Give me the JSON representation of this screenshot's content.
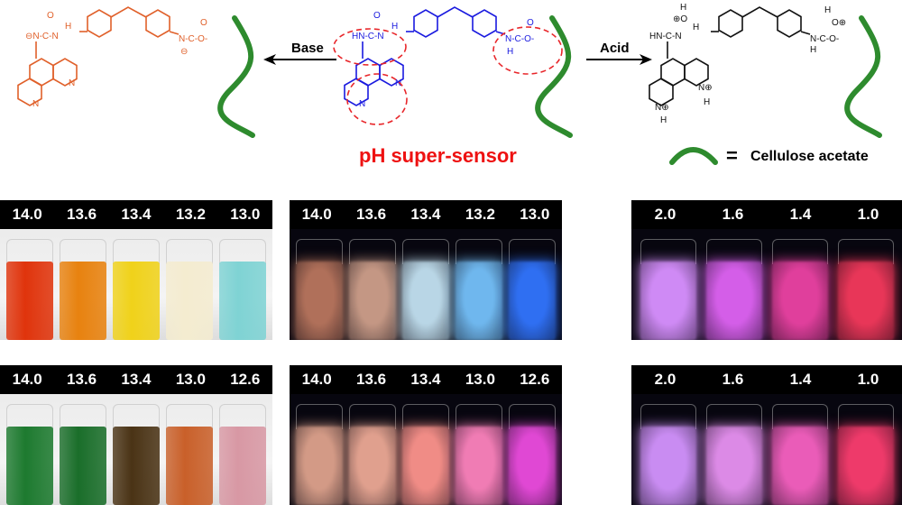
{
  "scheme": {
    "base_label": "Base",
    "acid_label": "Acid",
    "title": "pH super-sensor",
    "legend_equals": "=",
    "legend_label": "Cellulose acetate",
    "base_groups": [
      "⊖N-C-N",
      "H",
      "O",
      "N-C-O-",
      "⊖",
      "O",
      "N",
      "N"
    ],
    "neutral_groups": [
      "HN-C-N",
      "H",
      "O",
      "N-C-O-",
      "H",
      "O",
      "N",
      "N"
    ],
    "acid_groups": [
      "HN-C-N",
      "H",
      "⊕O",
      "H",
      "N-C-O-",
      "H",
      "H",
      "O⊕",
      "N⊕",
      "H",
      "N⊕",
      "H"
    ],
    "colors": {
      "base": "#e0602a",
      "neutral": "#1a1adf",
      "acid": "#111111",
      "ring": "#e8262a",
      "strand": "#2e8b2e",
      "title": "#ee1111"
    }
  },
  "panels": [
    {
      "name": "base-daylight-row1",
      "mode": "day",
      "labels": [
        "14.0",
        "13.6",
        "13.4",
        "13.2",
        "13.0"
      ],
      "colors": [
        "#e0340c",
        "#e8820f",
        "#f0d21a",
        "#f4ecd0",
        "#7fd3d4"
      ]
    },
    {
      "name": "base-uv-row1",
      "mode": "uv",
      "labels": [
        "14.0",
        "13.6",
        "13.4",
        "13.2",
        "13.0"
      ],
      "colors": [
        "#b0705a",
        "#c49784",
        "#b9d6e6",
        "#6fb7ee",
        "#2f6ff2"
      ]
    },
    {
      "name": "acid-uv-row1",
      "mode": "uv",
      "labels": [
        "2.0",
        "1.6",
        "1.4",
        "1.0"
      ],
      "colors": [
        "#cf8af5",
        "#d45ee8",
        "#e03f9c",
        "#e83658"
      ]
    },
    {
      "name": "base-daylight-row2",
      "mode": "day",
      "labels": [
        "14.0",
        "13.6",
        "13.4",
        "13.0",
        "12.6"
      ],
      "colors": [
        "#1d7a2f",
        "#1a6e2a",
        "#4a3315",
        "#c9602a",
        "#d898a4"
      ]
    },
    {
      "name": "base-uv-row2",
      "mode": "uv",
      "labels": [
        "14.0",
        "13.6",
        "13.4",
        "13.0",
        "12.6"
      ],
      "colors": [
        "#d39a86",
        "#e0a08e",
        "#f08c86",
        "#f07cb4",
        "#e048d4"
      ]
    },
    {
      "name": "acid-uv-row2",
      "mode": "uv",
      "labels": [
        "2.0",
        "1.6",
        "1.4",
        "1.0"
      ],
      "colors": [
        "#c98cf2",
        "#dc8ae6",
        "#ea5cb8",
        "#ee3a6a"
      ]
    }
  ]
}
